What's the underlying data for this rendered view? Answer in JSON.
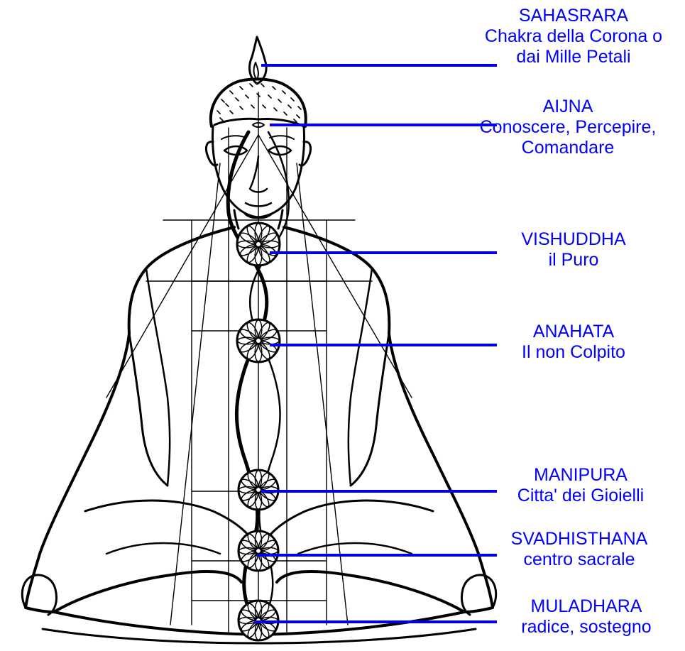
{
  "colors": {
    "line": "#0000e0",
    "text": "#0000ff",
    "drawing": "#000000"
  },
  "chakras": [
    {
      "id": "sahasrara",
      "name": "SAHASRARA",
      "lines": [
        "Chakra della Corona o",
        "dai Mille Petali"
      ]
    },
    {
      "id": "aijna",
      "name": "AIJNA",
      "lines": [
        "Conoscere, Percepire,",
        "Comandare"
      ]
    },
    {
      "id": "vishuddha",
      "name": "VISHUDDHA",
      "lines": [
        "il Puro"
      ]
    },
    {
      "id": "anahata",
      "name": "ANAHATA",
      "lines": [
        "Il non Colpito"
      ]
    },
    {
      "id": "manipura",
      "name": "MANIPURA",
      "lines": [
        "Citta' dei Gioielli"
      ]
    },
    {
      "id": "svadhisthana",
      "name": "SVADHISTHANA",
      "lines": [
        "centro sacrale"
      ]
    },
    {
      "id": "muladhara",
      "name": "MULADHARA",
      "lines": [
        "radice, sostegno"
      ]
    }
  ]
}
